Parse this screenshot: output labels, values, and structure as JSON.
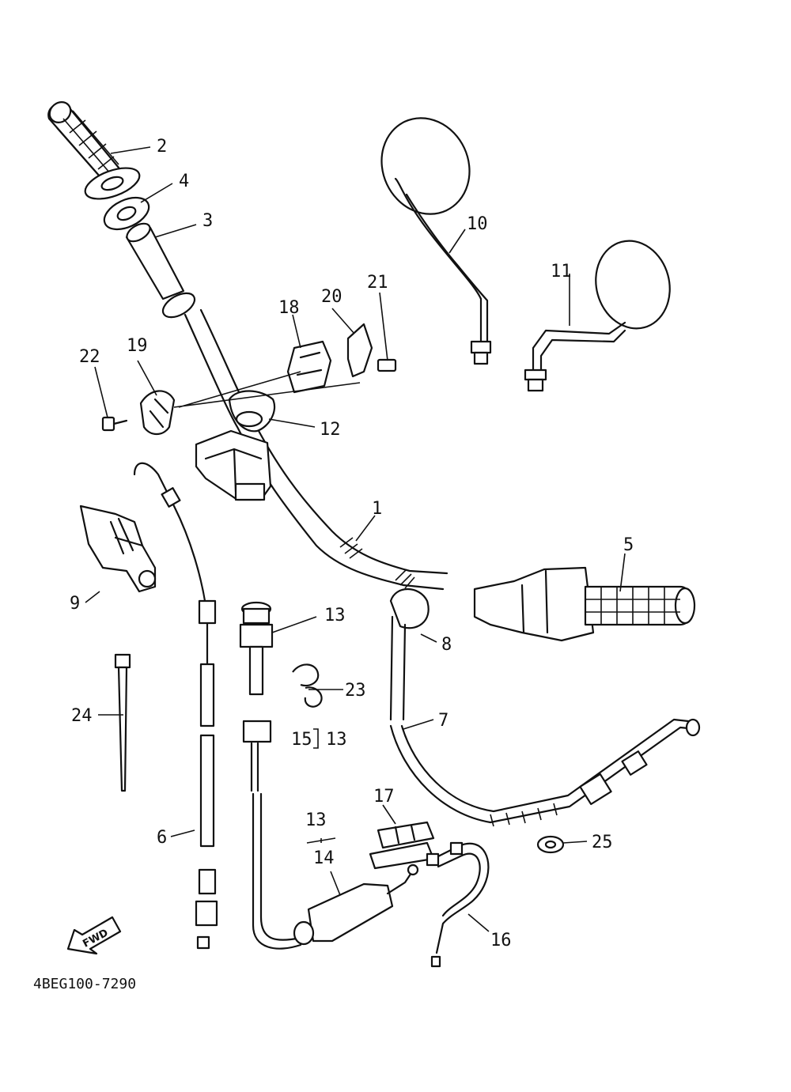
{
  "callouts": {
    "c1": "1",
    "c2": "2",
    "c3": "3",
    "c4": "4",
    "c5": "5",
    "c6": "6",
    "c7": "7",
    "c8": "8",
    "c9": "9",
    "c10": "10",
    "c11": "11",
    "c12": "12",
    "c13a": "13",
    "c13b": "13",
    "c13c": "13",
    "c14": "14",
    "c15": "15",
    "c16": "16",
    "c17": "17",
    "c18": "18",
    "c19": "19",
    "c20": "20",
    "c21": "21",
    "c22": "22",
    "c23": "23",
    "c24": "24",
    "c25": "25"
  },
  "direction_badge": "FWD",
  "diagram_code": "4BEG100-7290"
}
